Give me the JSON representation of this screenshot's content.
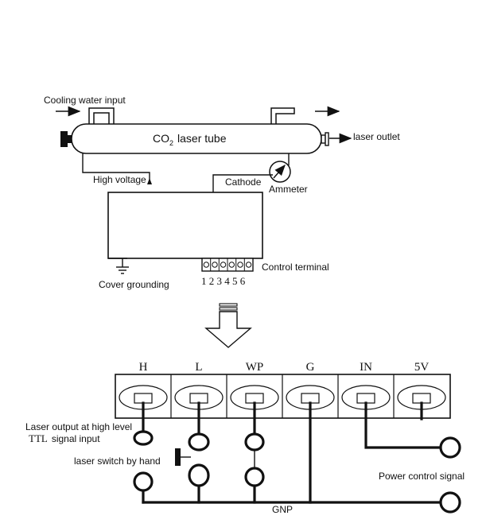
{
  "upper": {
    "cooling_water_input": "Cooling water input",
    "tube_label_co": "CO",
    "tube_label_sub": "2",
    "tube_label_rest": "laser tube",
    "laser_outlet": "laser outlet",
    "high_voltage": "High voltage",
    "cathode": "Cathode",
    "ammeter": "Ammeter",
    "control_terminal": "Control terminal",
    "terminal_numbers": "1 2 3 4 5 6",
    "cover_grounding": "Cover grounding"
  },
  "lower": {
    "terminals": [
      "H",
      "L",
      "WP",
      "G",
      "IN",
      "5V"
    ],
    "laser_output_line1": "Laser output at high level",
    "laser_output_line2_ttl": "TTL",
    "laser_output_line2_rest": "signal input",
    "laser_switch": "laser switch by hand",
    "power_control": "Power control signal",
    "gnp": "GNP"
  }
}
